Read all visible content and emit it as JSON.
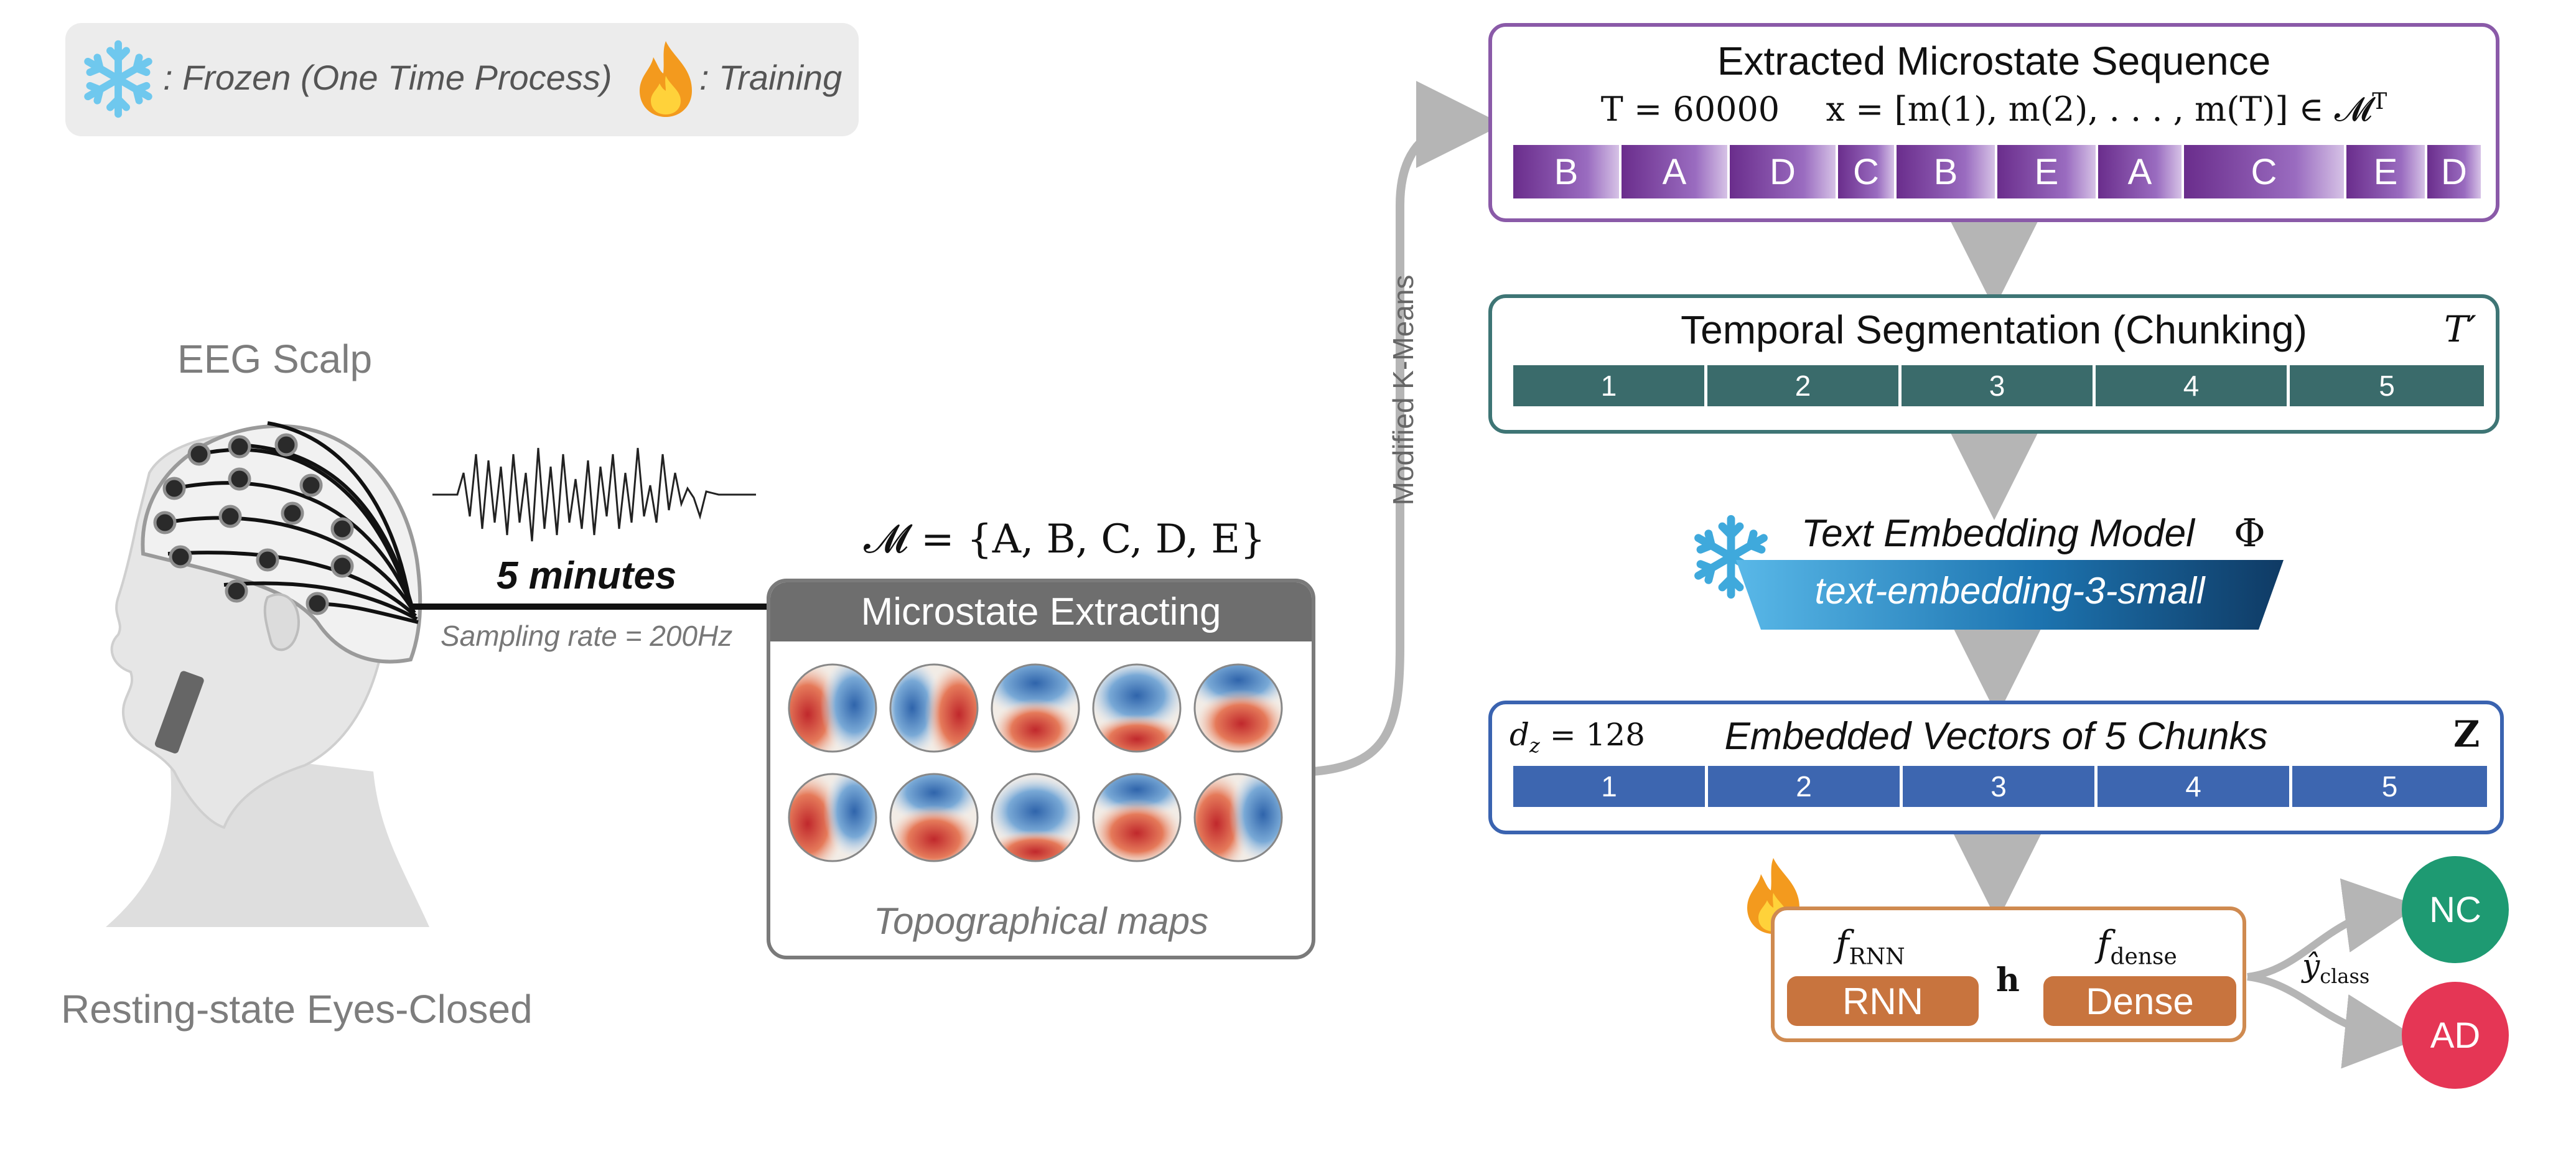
{
  "legend": {
    "frozen_label": ": Frozen (One Time Process)",
    "training_label": ": Training"
  },
  "scalp": {
    "title": "EEG Scalp",
    "caption": "Resting-state Eyes-Closed",
    "duration": "5 minutes",
    "sampling": "Sampling rate = 200Hz"
  },
  "microstate": {
    "set_formula": "𝓜 = {A, B, C, D, E}",
    "header": "Microstate Extracting",
    "caption": "Topographical maps"
  },
  "arrow_label": "Modified K-Means",
  "sequence": {
    "title": "Extracted Microstate Sequence",
    "formula_T": "T = 60000",
    "formula_x": "x = [m(1), m(2), . . . , m(T)] ∈ 𝓜",
    "formula_x_sup": "T",
    "segments": [
      {
        "label": "B",
        "weight": 1.2
      },
      {
        "label": "A",
        "weight": 1.2
      },
      {
        "label": "D",
        "weight": 1.2
      },
      {
        "label": "C",
        "weight": 0.65
      },
      {
        "label": "B",
        "weight": 1.12
      },
      {
        "label": "E",
        "weight": 1.12
      },
      {
        "label": "A",
        "weight": 0.95
      },
      {
        "label": "C",
        "weight": 1.8
      },
      {
        "label": "E",
        "weight": 0.9
      },
      {
        "label": "D",
        "weight": 0.62
      }
    ]
  },
  "segmentation": {
    "title": "Temporal Segmentation (Chunking)",
    "symbol": "T′",
    "chunks": [
      "1",
      "2",
      "3",
      "4",
      "5"
    ]
  },
  "embedding_model": {
    "title": "Text Embedding Model",
    "symbol": "Φ",
    "model_name": "text-embedding-3-small"
  },
  "embedded": {
    "dim_label": "d",
    "dim_sub": "z",
    "dim_value": " = 128",
    "title": "Embedded Vectors of 5 Chunks",
    "symbol": "Z",
    "chunks": [
      "1",
      "2",
      "3",
      "4",
      "5"
    ]
  },
  "classifier": {
    "rnn_fn": "f",
    "rnn_sub": "RNN",
    "dense_fn": "f",
    "dense_sub": "dense",
    "rnn_label": "RNN",
    "dense_label": "Dense",
    "hidden": "h",
    "output_symbol": "ŷ",
    "output_sub": "class",
    "classes": [
      "NC",
      "AD"
    ]
  },
  "colors": {
    "purple": "#6a2d8c",
    "teal": "#3a6b6b",
    "blue": "#3d66b0",
    "orange": "#c8743e",
    "nc_green": "#1e9a72",
    "ad_red": "#e53655",
    "snow": "#6fc8ee",
    "arrow_gray": "#b5b5b5"
  }
}
